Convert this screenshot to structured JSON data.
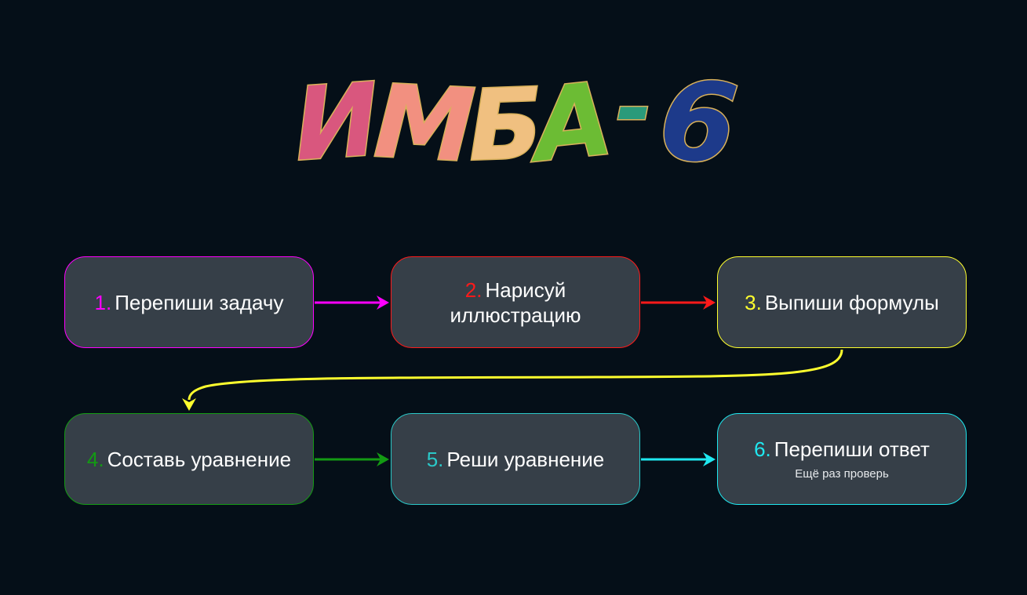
{
  "title": {
    "letters": [
      {
        "char": "И",
        "color": "#d9577e"
      },
      {
        "char": "М",
        "color": "#f29080"
      },
      {
        "char": "Б",
        "color": "#f0c080"
      },
      {
        "char": "А",
        "color": "#6cbc34"
      },
      {
        "char": "-",
        "color": "#2a9a7a"
      },
      {
        "char": "6",
        "color": "#1d3a8a"
      }
    ]
  },
  "steps": [
    {
      "num": "1.",
      "text": "Перепиши задачу",
      "sub": "",
      "color": "#ff00ff"
    },
    {
      "num": "2.",
      "text": "Нарисуй иллюстрацию",
      "sub": "",
      "color": "#ff1a1a"
    },
    {
      "num": "3.",
      "text": "Выпиши формулы",
      "sub": "",
      "color": "#ffff2e"
    },
    {
      "num": "4.",
      "text": "Составь уравнение",
      "sub": "",
      "color": "#139a13"
    },
    {
      "num": "5.",
      "text": "Реши уравнение",
      "sub": "",
      "color": "#2ac8c8"
    },
    {
      "num": "6.",
      "text": "Перепиши ответ",
      "sub": "Ещё раз проверь",
      "color": "#1fe8f0"
    }
  ],
  "connectors": [
    {
      "from": 0,
      "to": 1,
      "color": "#ff00ff"
    },
    {
      "from": 1,
      "to": 2,
      "color": "#ff1a1a"
    },
    {
      "from": 2,
      "to": 3,
      "color": "#ffff2e"
    },
    {
      "from": 3,
      "to": 4,
      "color": "#139a13"
    },
    {
      "from": 4,
      "to": 5,
      "color": "#1fe8f0"
    }
  ]
}
